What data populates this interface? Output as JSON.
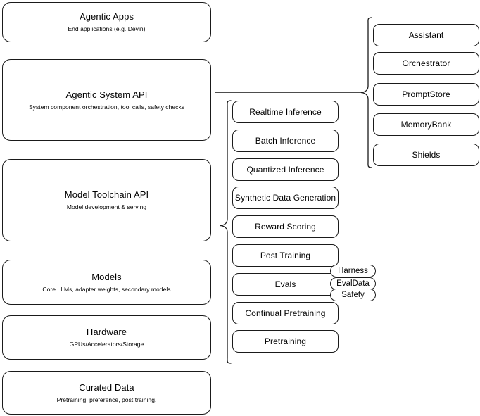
{
  "diagram": {
    "title": "LLM Stack Architecture Diagram",
    "stroke_color": "#1a1a1a",
    "connector_color": "#4d4d4d",
    "background": "#ffffff"
  },
  "left_stack": {
    "layers": [
      {
        "title": "Agentic Apps",
        "subtitle": "End applications (e.g. Devin)"
      },
      {
        "title": "Agentic System API",
        "subtitle": "System component orchestration, tool calls, safety checks"
      },
      {
        "title": "Model Toolchain API",
        "subtitle": "Model development & serving"
      },
      {
        "title": "Models",
        "subtitle": "Core LLMs, adapter weights, secondary models"
      },
      {
        "title": "Hardware",
        "subtitle": "GPUs/Accelerators/Storage"
      },
      {
        "title": "Curated Data",
        "subtitle": "Pretraining, preference, post training."
      }
    ]
  },
  "middle_column": {
    "items": [
      {
        "label": "Realtime Inference"
      },
      {
        "label": "Batch Inference"
      },
      {
        "label": "Quantized Inference"
      },
      {
        "label": "Synthetic Data Generation"
      },
      {
        "label": "Reward Scoring"
      },
      {
        "label": "Post Training"
      },
      {
        "label": "Evals"
      },
      {
        "label": "Continual Pretraining"
      },
      {
        "label": "Pretraining"
      }
    ]
  },
  "right_column": {
    "items": [
      {
        "label": "Assistant"
      },
      {
        "label": "Orchestrator"
      },
      {
        "label": "PromptStore"
      },
      {
        "label": "MemoryBank"
      },
      {
        "label": "Shields"
      }
    ]
  },
  "evals_pills": {
    "items": [
      {
        "label": "Harness"
      },
      {
        "label": "EvalData"
      },
      {
        "label": "Safety"
      }
    ]
  }
}
